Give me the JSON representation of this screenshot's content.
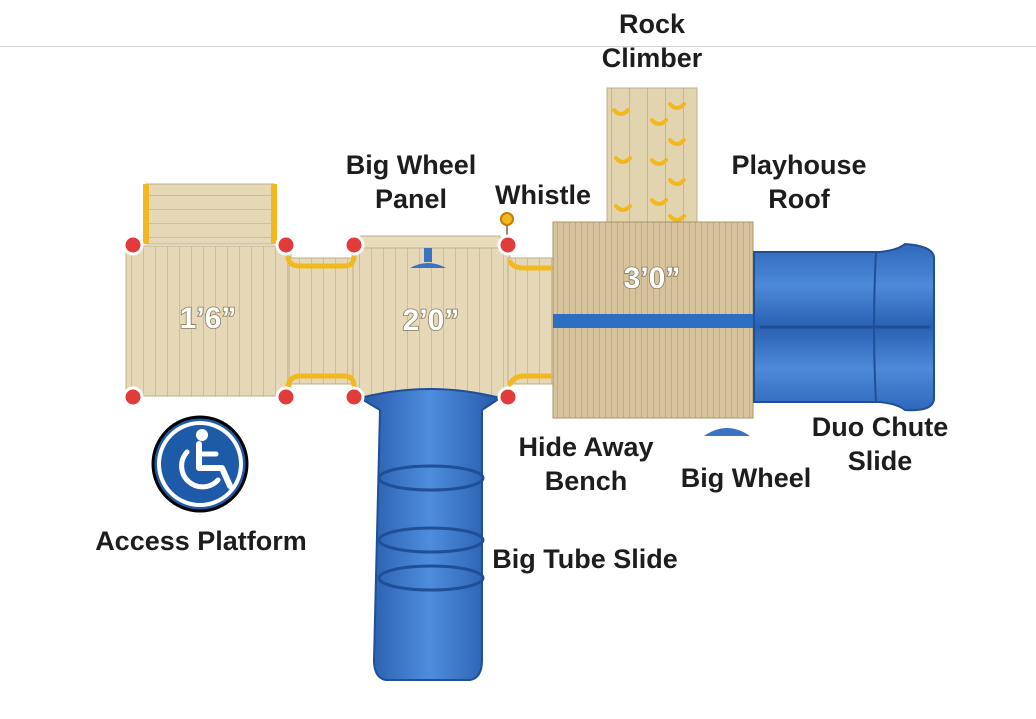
{
  "labels": {
    "rock_climber": [
      "Rock",
      "Climber"
    ],
    "big_wheel_panel": [
      "Big Wheel",
      "Panel"
    ],
    "whistle": "Whistle",
    "playhouse_roof": [
      "Playhouse",
      "Roof"
    ],
    "hide_away_bench": [
      "Hide Away",
      "Bench"
    ],
    "big_wheel": "Big Wheel",
    "duo_chute_slide": [
      "Duo Chute",
      "Slide"
    ],
    "access_platform": "Access Platform",
    "big_tube_slide": "Big Tube Slide"
  },
  "dimensions": {
    "left_deck": "1’6”",
    "middle_deck": "2’0”",
    "roof_deck": "3’0”"
  },
  "icons": {
    "accessibility": "wheelchair-icon"
  },
  "colors": {
    "deck": "#e6d8b6",
    "deck_lines": "#cdbd98",
    "roof": "#d7c39c",
    "slide_blue": "#3a73c4",
    "slide_dark": "#2459a8",
    "post_red": "#e23b3b",
    "rail_yellow": "#f2b820",
    "badge_blue": "#1d5aa8"
  }
}
